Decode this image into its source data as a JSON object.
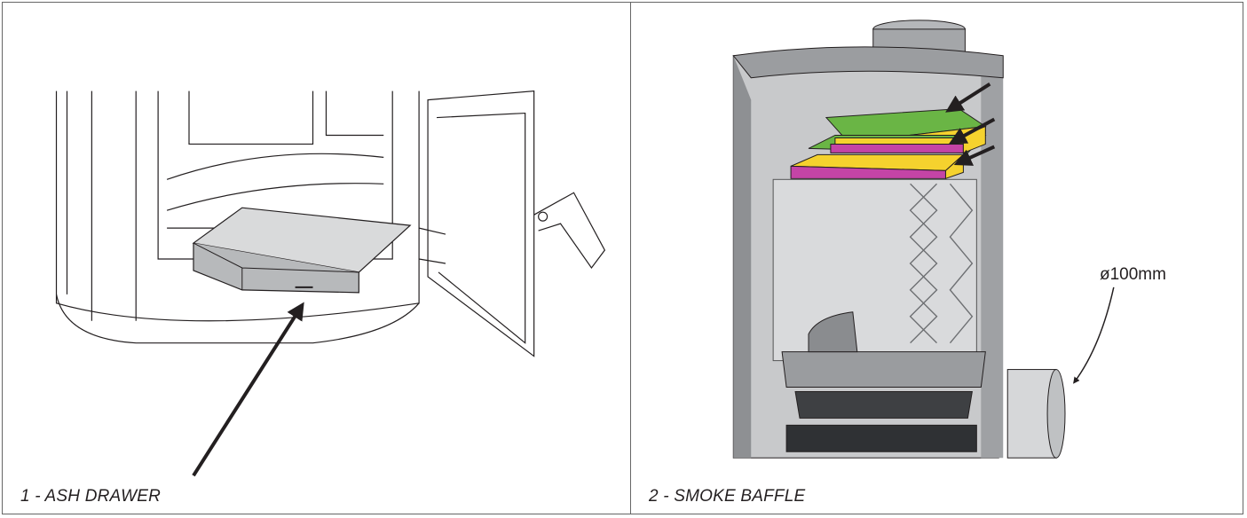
{
  "panels": [
    {
      "caption": "1 - ASH DRAWER"
    },
    {
      "caption": "2 - SMOKE BAFFLE",
      "dimension_label": "ø100mm"
    }
  ],
  "colors": {
    "baffle_top": "#6ab545",
    "baffle_side": "#f5d22e",
    "baffle_edge": "#c444a6",
    "arrow": "#231f20"
  }
}
